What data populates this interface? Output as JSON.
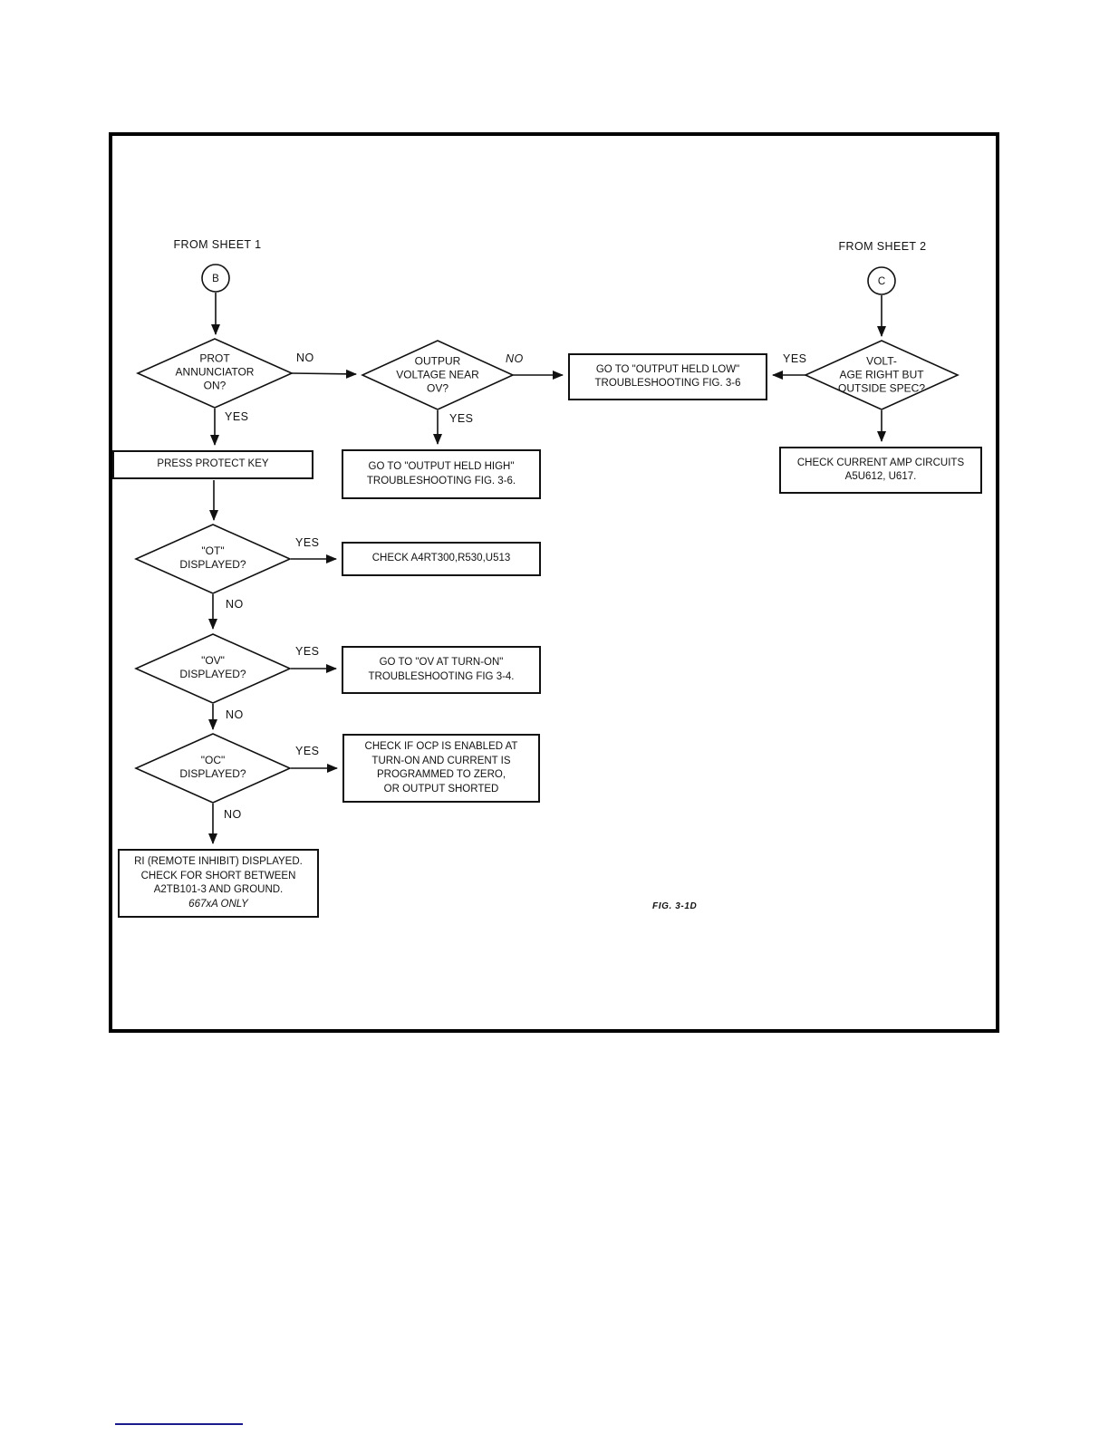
{
  "figure": {
    "fig_label": "FIG. 3-1D"
  },
  "sheet_refs": {
    "sheet1": "FROM SHEET 1",
    "sheet2": "FROM SHEET 2",
    "connector_b": "B",
    "connector_c": "C"
  },
  "nodes": {
    "prot": {
      "type": "decision",
      "lines": [
        "PROT",
        "ANNUNCIATOR",
        "ON?"
      ]
    },
    "outpur": {
      "type": "decision",
      "lines": [
        "OUTPUR",
        "VOLTAGE NEAR",
        "OV?"
      ]
    },
    "volt": {
      "type": "decision",
      "lines": [
        "VOLT-",
        "AGE RIGHT BUT",
        "OUTSIDE SPEC?"
      ]
    },
    "held_low": {
      "type": "process",
      "lines": [
        "GO TO \"OUTPUT HELD LOW\"",
        "TROUBLESHOOTING FIG. 3-6"
      ]
    },
    "check_current": {
      "type": "process",
      "lines": [
        "CHECK CURRENT AMP CIRCUITS",
        "A5U612, U617."
      ]
    },
    "press_protect": {
      "type": "process",
      "lines": [
        "PRESS PROTECT KEY"
      ]
    },
    "held_high": {
      "type": "process",
      "lines": [
        "GO TO \"OUTPUT HELD HIGH\"",
        "TROUBLESHOOTING FIG. 3-6."
      ]
    },
    "ot": {
      "type": "decision",
      "lines": [
        "\"OT\"",
        "DISPLAYED?"
      ]
    },
    "check_a4": {
      "type": "process",
      "lines": [
        "CHECK A4RT300,R530,U513"
      ]
    },
    "ov": {
      "type": "decision",
      "lines": [
        "\"OV\"",
        "DISPLAYED?"
      ]
    },
    "ov_turnon": {
      "type": "process",
      "lines": [
        "GO TO \"OV AT TURN-ON\"",
        "TROUBLESHOOTING FIG 3-4."
      ]
    },
    "oc": {
      "type": "decision",
      "lines": [
        "\"OC\"",
        "DISPLAYED?"
      ]
    },
    "ocp": {
      "type": "process",
      "lines": [
        "CHECK IF OCP IS ENABLED AT",
        "TURN-ON AND CURRENT IS",
        "PROGRAMMED TO ZERO,",
        "OR OUTPUT SHORTED"
      ]
    },
    "ri": {
      "type": "process",
      "lines": [
        "RI (REMOTE INHIBIT) DISPLAYED.",
        "CHECK FOR SHORT BETWEEN",
        "A2TB101-3 AND GROUND."
      ],
      "italic_line": "667xA ONLY"
    }
  },
  "edge_labels": {
    "prot_no": "NO",
    "prot_yes": "YES",
    "outpur_no": "NO",
    "outpur_yes": "YES",
    "volt_yes": "YES",
    "ot_yes": "YES",
    "ot_no": "NO",
    "ov_yes": "YES",
    "ov_no": "NO",
    "oc_yes": "YES",
    "oc_no": "NO"
  },
  "colors": {
    "line": "#111111",
    "link_rule": "#1b1b8e"
  }
}
